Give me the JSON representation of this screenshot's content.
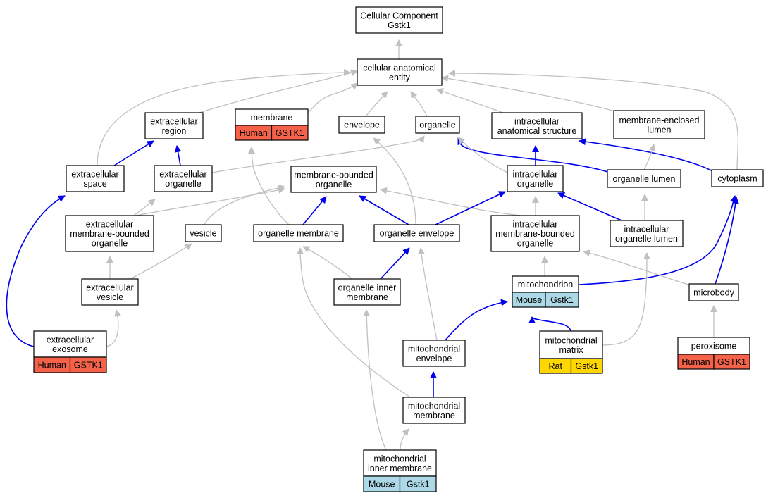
{
  "diagram": {
    "colors": {
      "edge_gray": "#c0c0c0",
      "edge_blue": "#0000ee",
      "human": "#f4624a",
      "mouse": "#add8e6",
      "rat": "#ffd700"
    },
    "nodes": {
      "root": {
        "lines": [
          "Cellular Component",
          "Gstk1"
        ]
      },
      "cae": {
        "lines": [
          "cellular anatomical",
          "entity"
        ]
      },
      "ecregion": {
        "lines": [
          "extracellular",
          "region"
        ]
      },
      "membrane": {
        "lines": [
          "membrane"
        ],
        "tags": [
          {
            "label": "Human",
            "color": "#f4624a"
          },
          {
            "label": "GSTK1",
            "color": "#f4624a"
          }
        ]
      },
      "envelope": {
        "lines": [
          "envelope"
        ]
      },
      "organelle": {
        "lines": [
          "organelle"
        ]
      },
      "intracell_as": {
        "lines": [
          "intracellular",
          "anatomical structure"
        ]
      },
      "menclumen": {
        "lines": [
          "membrane-enclosed",
          "lumen"
        ]
      },
      "ecspace": {
        "lines": [
          "extracellular",
          "space"
        ]
      },
      "ecorganelle": {
        "lines": [
          "extracellular",
          "organelle"
        ]
      },
      "mbo": {
        "lines": [
          "membrane-bounded",
          "organelle"
        ]
      },
      "icorganelle": {
        "lines": [
          "intracellular",
          "organelle"
        ]
      },
      "orglumen": {
        "lines": [
          "organelle lumen"
        ]
      },
      "cytoplasm": {
        "lines": [
          "cytoplasm"
        ]
      },
      "ecmbo": {
        "lines": [
          "extracellular",
          "membrane-bounded",
          "organelle"
        ]
      },
      "vesicle": {
        "lines": [
          "vesicle"
        ]
      },
      "orgmem": {
        "lines": [
          "organelle membrane"
        ]
      },
      "orgenv": {
        "lines": [
          "organelle envelope"
        ]
      },
      "icmbo": {
        "lines": [
          "intracellular",
          "membrane-bounded",
          "organelle"
        ]
      },
      "icorglumen": {
        "lines": [
          "intracellular",
          "organelle lumen"
        ]
      },
      "ecvesicle": {
        "lines": [
          "extracellular",
          "vesicle"
        ]
      },
      "orginner": {
        "lines": [
          "organelle inner",
          "membrane"
        ]
      },
      "mito": {
        "lines": [
          "mitochondrion"
        ],
        "tags": [
          {
            "label": "Mouse",
            "color": "#add8e6"
          },
          {
            "label": "Gstk1",
            "color": "#add8e6"
          }
        ]
      },
      "microbody": {
        "lines": [
          "microbody"
        ]
      },
      "exosome": {
        "lines": [
          "extracellular",
          "exosome"
        ],
        "tags": [
          {
            "label": "Human",
            "color": "#f4624a"
          },
          {
            "label": "GSTK1",
            "color": "#f4624a"
          }
        ]
      },
      "mitoenv": {
        "lines": [
          "mitochondrial",
          "envelope"
        ]
      },
      "mitomatrix": {
        "lines": [
          "mitochondrial",
          "matrix"
        ],
        "tags": [
          {
            "label": "Rat",
            "color": "#ffd700"
          },
          {
            "label": "Gstk1",
            "color": "#ffd700"
          }
        ]
      },
      "peroxisome": {
        "lines": [
          "peroxisome"
        ],
        "tags": [
          {
            "label": "Human",
            "color": "#f4624a"
          },
          {
            "label": "GSTK1",
            "color": "#f4624a"
          }
        ]
      },
      "mitomem": {
        "lines": [
          "mitochondrial",
          "membrane"
        ]
      },
      "mitoinner": {
        "lines": [
          "mitochondrial",
          "inner membrane"
        ],
        "tags": [
          {
            "label": "Mouse",
            "color": "#add8e6"
          },
          {
            "label": "Gstk1",
            "color": "#add8e6"
          }
        ]
      }
    }
  }
}
